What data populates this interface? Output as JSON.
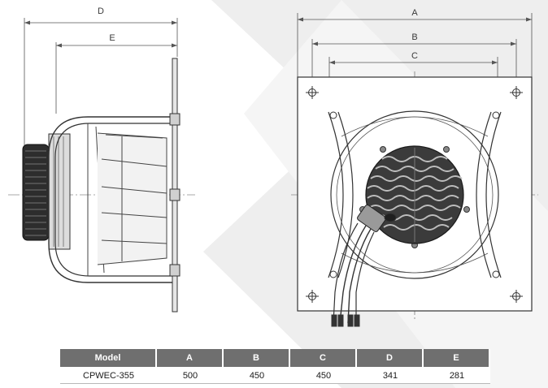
{
  "dimension_labels": {
    "d": "D",
    "e": "E",
    "a": "A",
    "b": "B",
    "c": "C"
  },
  "table": {
    "headers": [
      "Model",
      "A",
      "B",
      "C",
      "D",
      "E"
    ],
    "rows": [
      [
        "CPWEC-355",
        "500",
        "450",
        "450",
        "341",
        "281"
      ]
    ]
  }
}
